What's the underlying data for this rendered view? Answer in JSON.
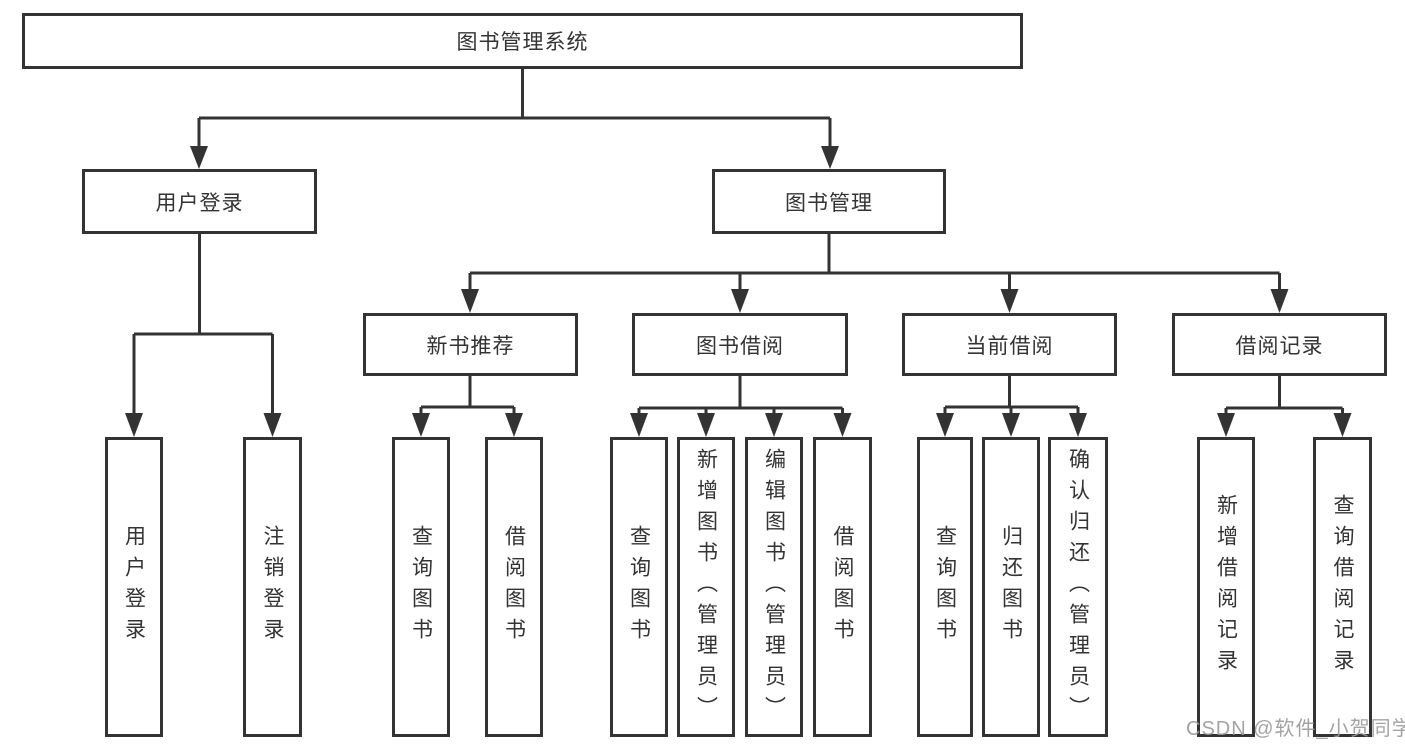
{
  "root": {
    "label": "图书管理系统"
  },
  "level2": {
    "user_login": "用户登录",
    "book_mgmt": "图书管理"
  },
  "level3": {
    "new_book": "新书推荐",
    "book_borrow": "图书借阅",
    "current_borrow": "当前借阅",
    "borrow_record": "借阅记录"
  },
  "leaves": {
    "login": "用户登录",
    "logout": "注销登录",
    "nb_query": "查询图书",
    "nb_borrow": "借阅图书",
    "bb_query": "查询图书",
    "bb_add": "新增图书（管理员）",
    "bb_edit": "编辑图书（管理员）",
    "bb_borrow": "借阅图书",
    "cb_query": "查询图书",
    "cb_return": "归还图书",
    "cb_confirm": "确认归还（管理员）",
    "br_add": "新增借阅记录",
    "br_query": "查询借阅记录"
  },
  "watermark": "CSDN @软件_小贺同学",
  "colors": {
    "line": "#333333",
    "text": "#333333",
    "watermark": "#9a9a9a",
    "background": "#ffffff"
  }
}
